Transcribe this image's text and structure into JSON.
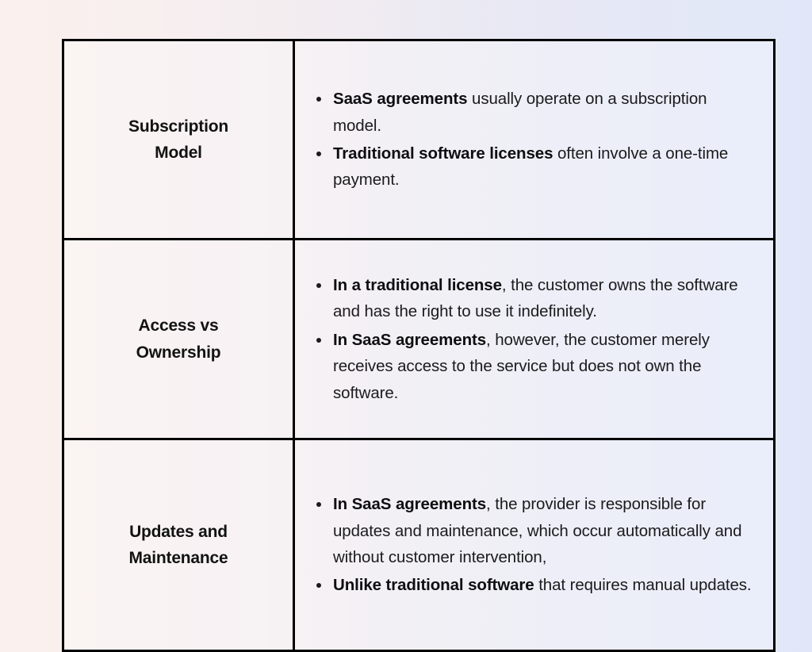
{
  "page": {
    "background": {
      "gradient_from": "#faf0ee",
      "gradient_mid": "#eceaf2",
      "gradient_to": "#e2e8f8",
      "direction": "left-to-right"
    }
  },
  "table": {
    "border_color": "#000000",
    "text_color": "#1b1b1d",
    "rows": [
      {
        "label": "Subscription Model",
        "label_line_1": "Subscription",
        "label_line_2": "Model",
        "bullets": [
          {
            "bold": "SaaS agreements",
            "rest": " usually operate on a subscription model.",
            "full": "SaaS agreements usually operate on a subscription model."
          },
          {
            "bold": "Traditional software licenses",
            "rest": " often involve a one-time payment.",
            "full": "Traditional software licenses often involve a one-time payment."
          }
        ]
      },
      {
        "label": "Access vs Ownership",
        "label_line_1": "Access vs",
        "label_line_2": "Ownership",
        "bullets": [
          {
            "bold": "In a traditional license",
            "rest": ", the customer owns the software and has the right to use it indefinitely.",
            "full": "In a traditional license, the customer owns the software and has the right to use it indefinitely."
          },
          {
            "bold": "In SaaS agreements",
            "rest": ", however, the customer merely receives access to the service but does not own the software.",
            "full": "In SaaS agreements, however, the customer merely receives access to the service but does not own the software."
          }
        ]
      },
      {
        "label": "Updates and Maintenance",
        "label_line_1": "Updates and",
        "label_line_2": "Maintenance",
        "bullets": [
          {
            "bold": "In SaaS agreements",
            "rest": ", the provider is responsible for updates and maintenance, which occur automatically and without customer intervention,",
            "full": "In SaaS agreements, the provider is responsible for updates and maintenance, which occur automatically and without customer intervention,"
          },
          {
            "bold": "Unlike traditional software",
            "rest": " that requires manual updates.",
            "full": "Unlike traditional software that requires manual updates."
          }
        ]
      }
    ]
  }
}
